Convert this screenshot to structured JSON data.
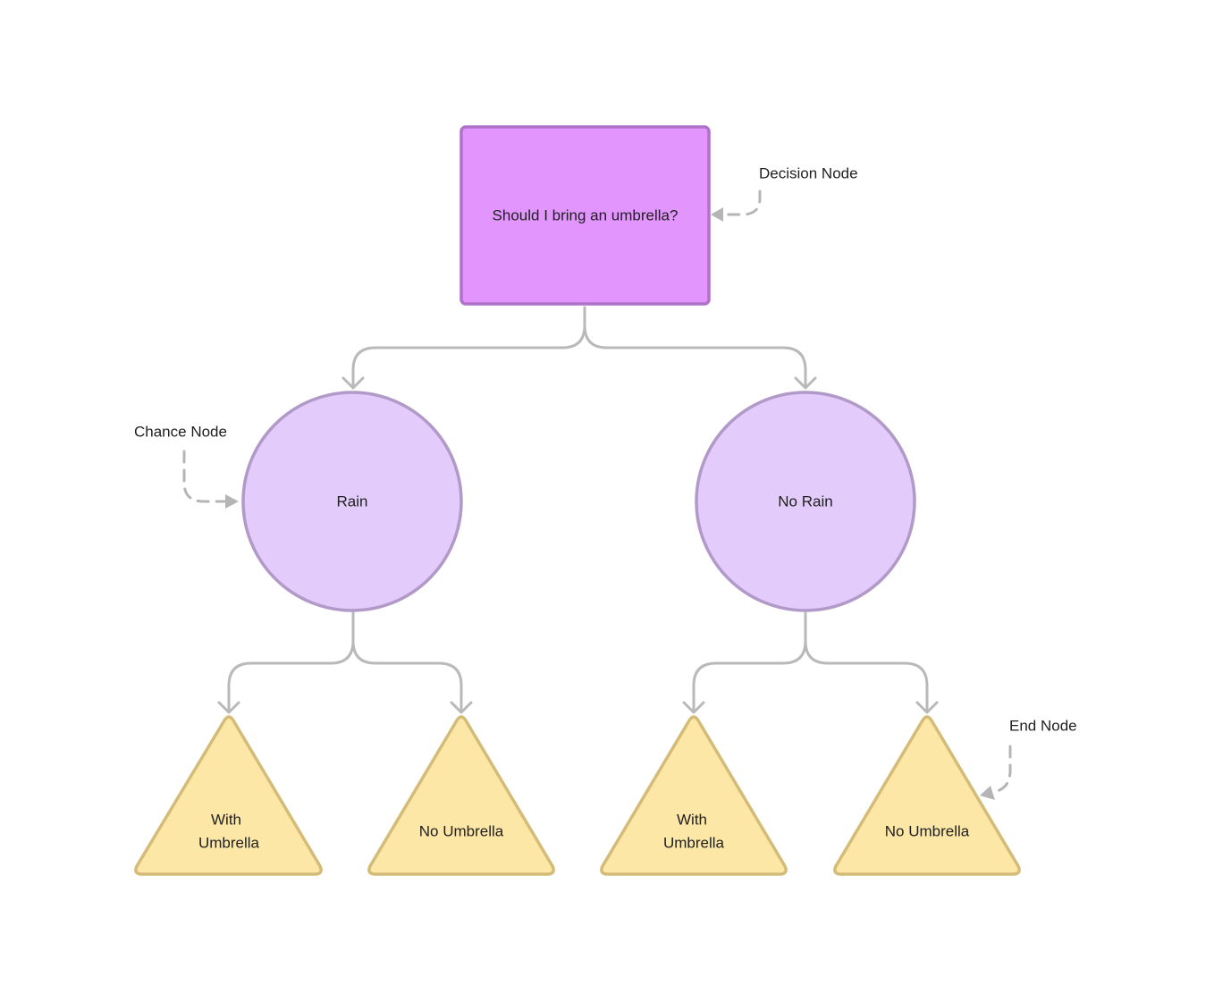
{
  "colors": {
    "decision_fill": "#e296fd",
    "decision_stroke": "#b072c8",
    "chance_fill": "#e3ccfc",
    "chance_stroke": "#b19ac8",
    "end_fill": "#fde7a6",
    "end_stroke": "#d4bc78",
    "connector": "#b9b9b9",
    "callout": "#b5b5b5"
  },
  "nodes": {
    "decision": {
      "label": "Should I bring an umbrella?"
    },
    "rain": {
      "label": "Rain"
    },
    "no_rain": {
      "label": "No Rain"
    },
    "rain_with": {
      "line1": "With",
      "line2": "Umbrella"
    },
    "rain_without": {
      "label": "No Umbrella"
    },
    "norain_with": {
      "line1": "With",
      "line2": "Umbrella"
    },
    "norain_without": {
      "label": "No Umbrella"
    }
  },
  "callouts": {
    "decision": "Decision Node",
    "chance": "Chance Node",
    "end": "End Node"
  }
}
